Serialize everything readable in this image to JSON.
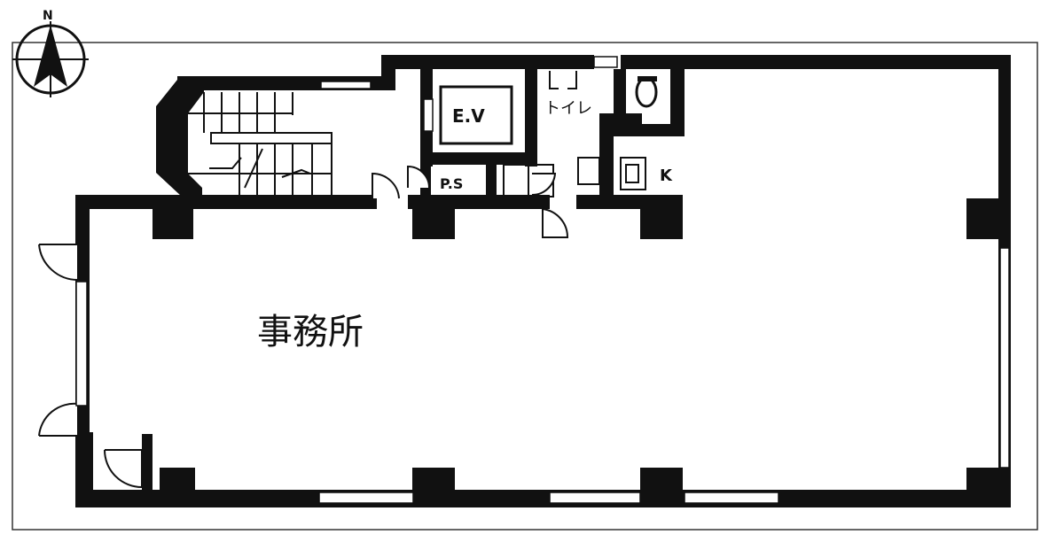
{
  "compass": {
    "label": "N"
  },
  "rooms": {
    "office": "事務所",
    "elevator": "E.V",
    "toilet": "トイレ",
    "pipe_space": "P.S",
    "kitchen": "K"
  }
}
